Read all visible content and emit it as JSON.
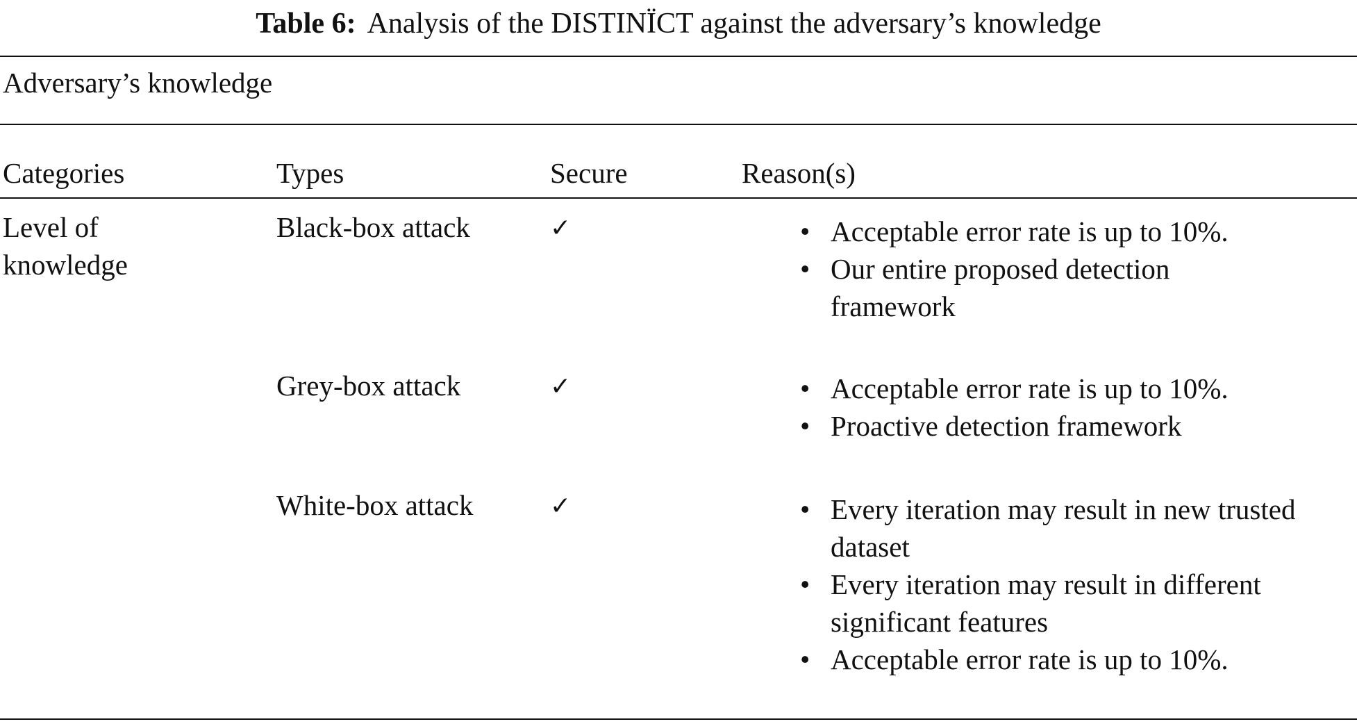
{
  "caption": {
    "label": "Table 6:",
    "text": "Analysis of the DISTINÏCT against the adversary’s knowledge"
  },
  "table": {
    "super_header": "Adversary’s knowledge",
    "columns": [
      "Categories",
      "Types",
      "Secure",
      "Reason(s)"
    ],
    "category": "Level of\nknowledge",
    "rows": [
      {
        "type": "Black-box attack",
        "secure": "✓",
        "reasons": [
          "Acceptable error rate is up to 10%.",
          "Our entire proposed detection framework"
        ]
      },
      {
        "type": "Grey-box attack",
        "secure": "✓",
        "reasons": [
          "Acceptable error rate is up to 10%.",
          "Proactive detection framework"
        ]
      },
      {
        "type": "White-box attack",
        "secure": "✓",
        "reasons": [
          "Every iteration may result in new trusted dataset",
          "Every iteration may result in different significant features",
          "Acceptable error rate is up to 10%."
        ]
      }
    ],
    "bullet": "•"
  }
}
